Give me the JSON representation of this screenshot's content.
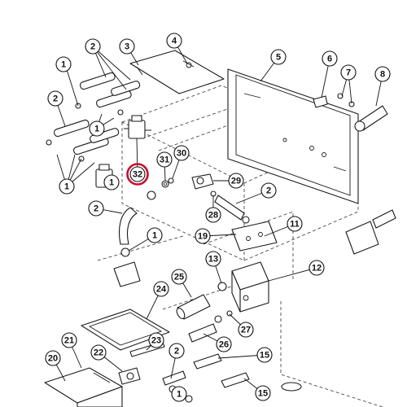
{
  "diagram": {
    "highlight_color": "#c8102e",
    "line_color": "#1a1a1a",
    "highlighted_callout": "32",
    "callouts": [
      {
        "label": "1"
      },
      {
        "label": "2"
      },
      {
        "label": "3"
      },
      {
        "label": "4"
      },
      {
        "label": "5"
      },
      {
        "label": "6"
      },
      {
        "label": "7"
      },
      {
        "label": "8"
      },
      {
        "label": "2"
      },
      {
        "label": "1"
      },
      {
        "label": "1"
      },
      {
        "label": "1"
      },
      {
        "label": "32"
      },
      {
        "label": "31"
      },
      {
        "label": "30"
      },
      {
        "label": "29"
      },
      {
        "label": "2"
      },
      {
        "label": "2"
      },
      {
        "label": "28"
      },
      {
        "label": "1"
      },
      {
        "label": "19"
      },
      {
        "label": "11"
      },
      {
        "label": "13"
      },
      {
        "label": "12"
      },
      {
        "label": "25"
      },
      {
        "label": "24"
      },
      {
        "label": "27"
      },
      {
        "label": "26"
      },
      {
        "label": "21"
      },
      {
        "label": "22"
      },
      {
        "label": "23"
      },
      {
        "label": "20"
      },
      {
        "label": "2"
      },
      {
        "label": "1"
      },
      {
        "label": "15"
      },
      {
        "label": "15"
      }
    ]
  }
}
